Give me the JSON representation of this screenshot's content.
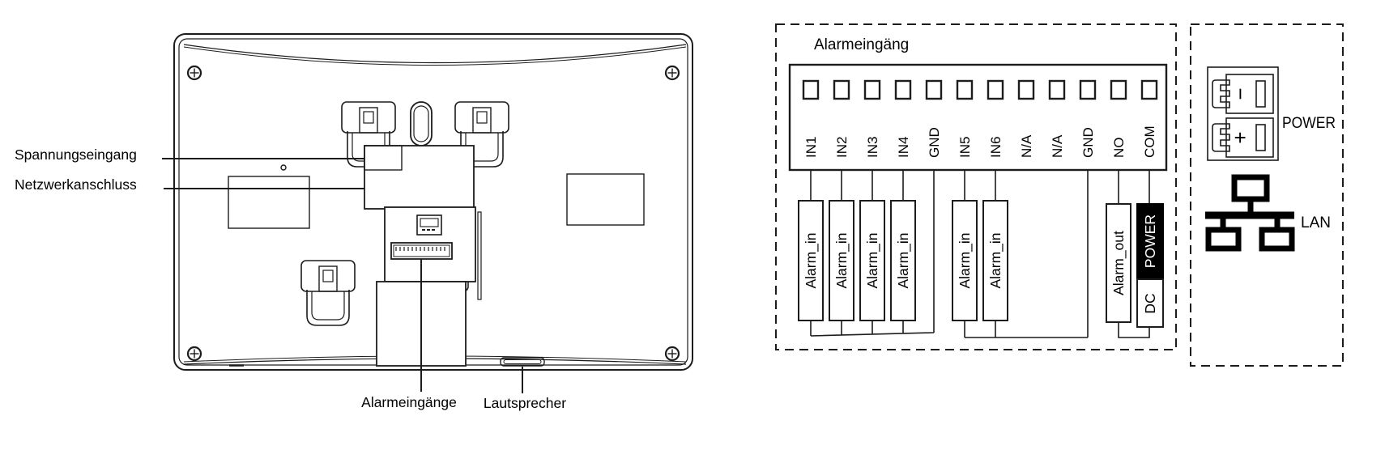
{
  "device_view": {
    "callouts": {
      "power_input": "Spannungseingang",
      "network": "Netzwerkanschluss",
      "alarm_inputs": "Alarmeingänge",
      "speaker": "Lautsprecher"
    }
  },
  "wiring_section": {
    "title": "Alarmeingäng",
    "terminal_labels": [
      "IN1",
      "IN2",
      "IN3",
      "IN4",
      "GND",
      "IN5",
      "IN6",
      "N/A",
      "N/A",
      "GND",
      "NO",
      "COM"
    ],
    "alarm_in_boxes": [
      "Alarm_in",
      "Alarm_in",
      "Alarm_in",
      "Alarm_in",
      "Alarm_in",
      "Alarm_in"
    ],
    "alarm_out_label": "Alarm_out",
    "dc_power_box": {
      "top": "POWER",
      "bottom": "DC"
    }
  },
  "interface_section": {
    "power_label": "POWER",
    "lan_label": "LAN",
    "polarity_negative": "−",
    "polarity_positive": "+"
  },
  "colors": {
    "line": "#1c1c1c",
    "black_fill": "#000000",
    "background": "#ffffff"
  }
}
